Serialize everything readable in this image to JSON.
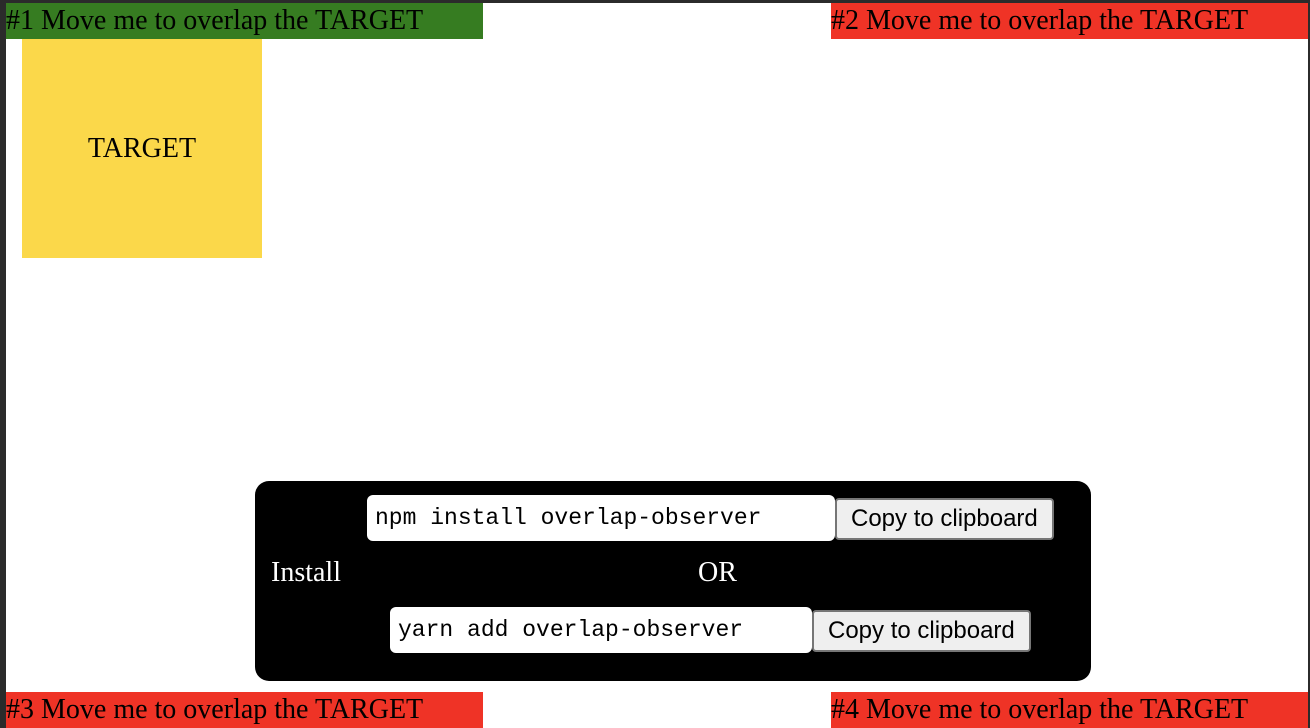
{
  "target": {
    "label": "TARGET"
  },
  "draggables": [
    {
      "label": "#1 Move me to overlap the TARGET",
      "color": "#367c21"
    },
    {
      "label": "#2 Move me to overlap the TARGET",
      "color": "#ef3326"
    },
    {
      "label": "#3 Move me to overlap the TARGET",
      "color": "#ef3326"
    },
    {
      "label": "#4 Move me to overlap the TARGET",
      "color": "#ef3326"
    }
  ],
  "install_panel": {
    "title": "Install",
    "separator": "OR",
    "npm_command": "npm install overlap-observer",
    "yarn_command": "yarn add overlap-observer",
    "copy_label": "Copy to clipboard"
  }
}
